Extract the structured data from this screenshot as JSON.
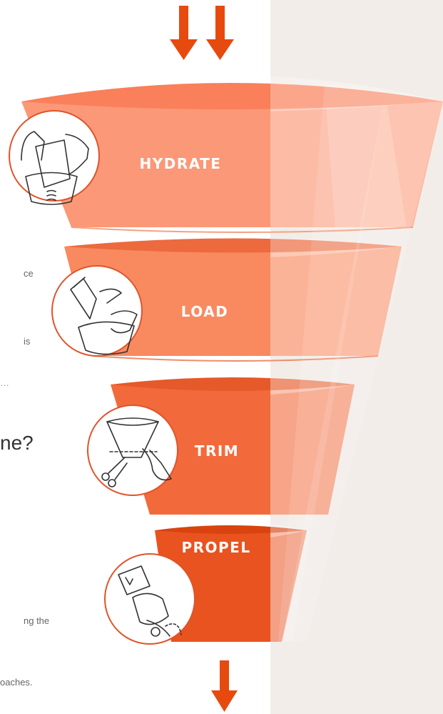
{
  "left_column": {
    "fragments": [
      "ce",
      "is",
      "ng the",
      "oaches."
    ],
    "dots": "…",
    "heading_fragment": "ne?"
  },
  "stages": [
    {
      "label": "HYDRATE",
      "icon": "hands-sponge-icon"
    },
    {
      "label": "LOAD",
      "icon": "hand-loading-icon"
    },
    {
      "label": "TRIM",
      "icon": "scissors-trim-icon"
    },
    {
      "label": "PROPEL",
      "icon": "hand-squeeze-icon"
    }
  ],
  "colors": {
    "arrow": "#e64a0e",
    "panel": "#f3ede9",
    "stage1": "#fb9270",
    "stage2": "#f98a60",
    "stage3": "#f26a3b",
    "stage4": "#e9531f",
    "icon_stroke": "#e0532a"
  }
}
